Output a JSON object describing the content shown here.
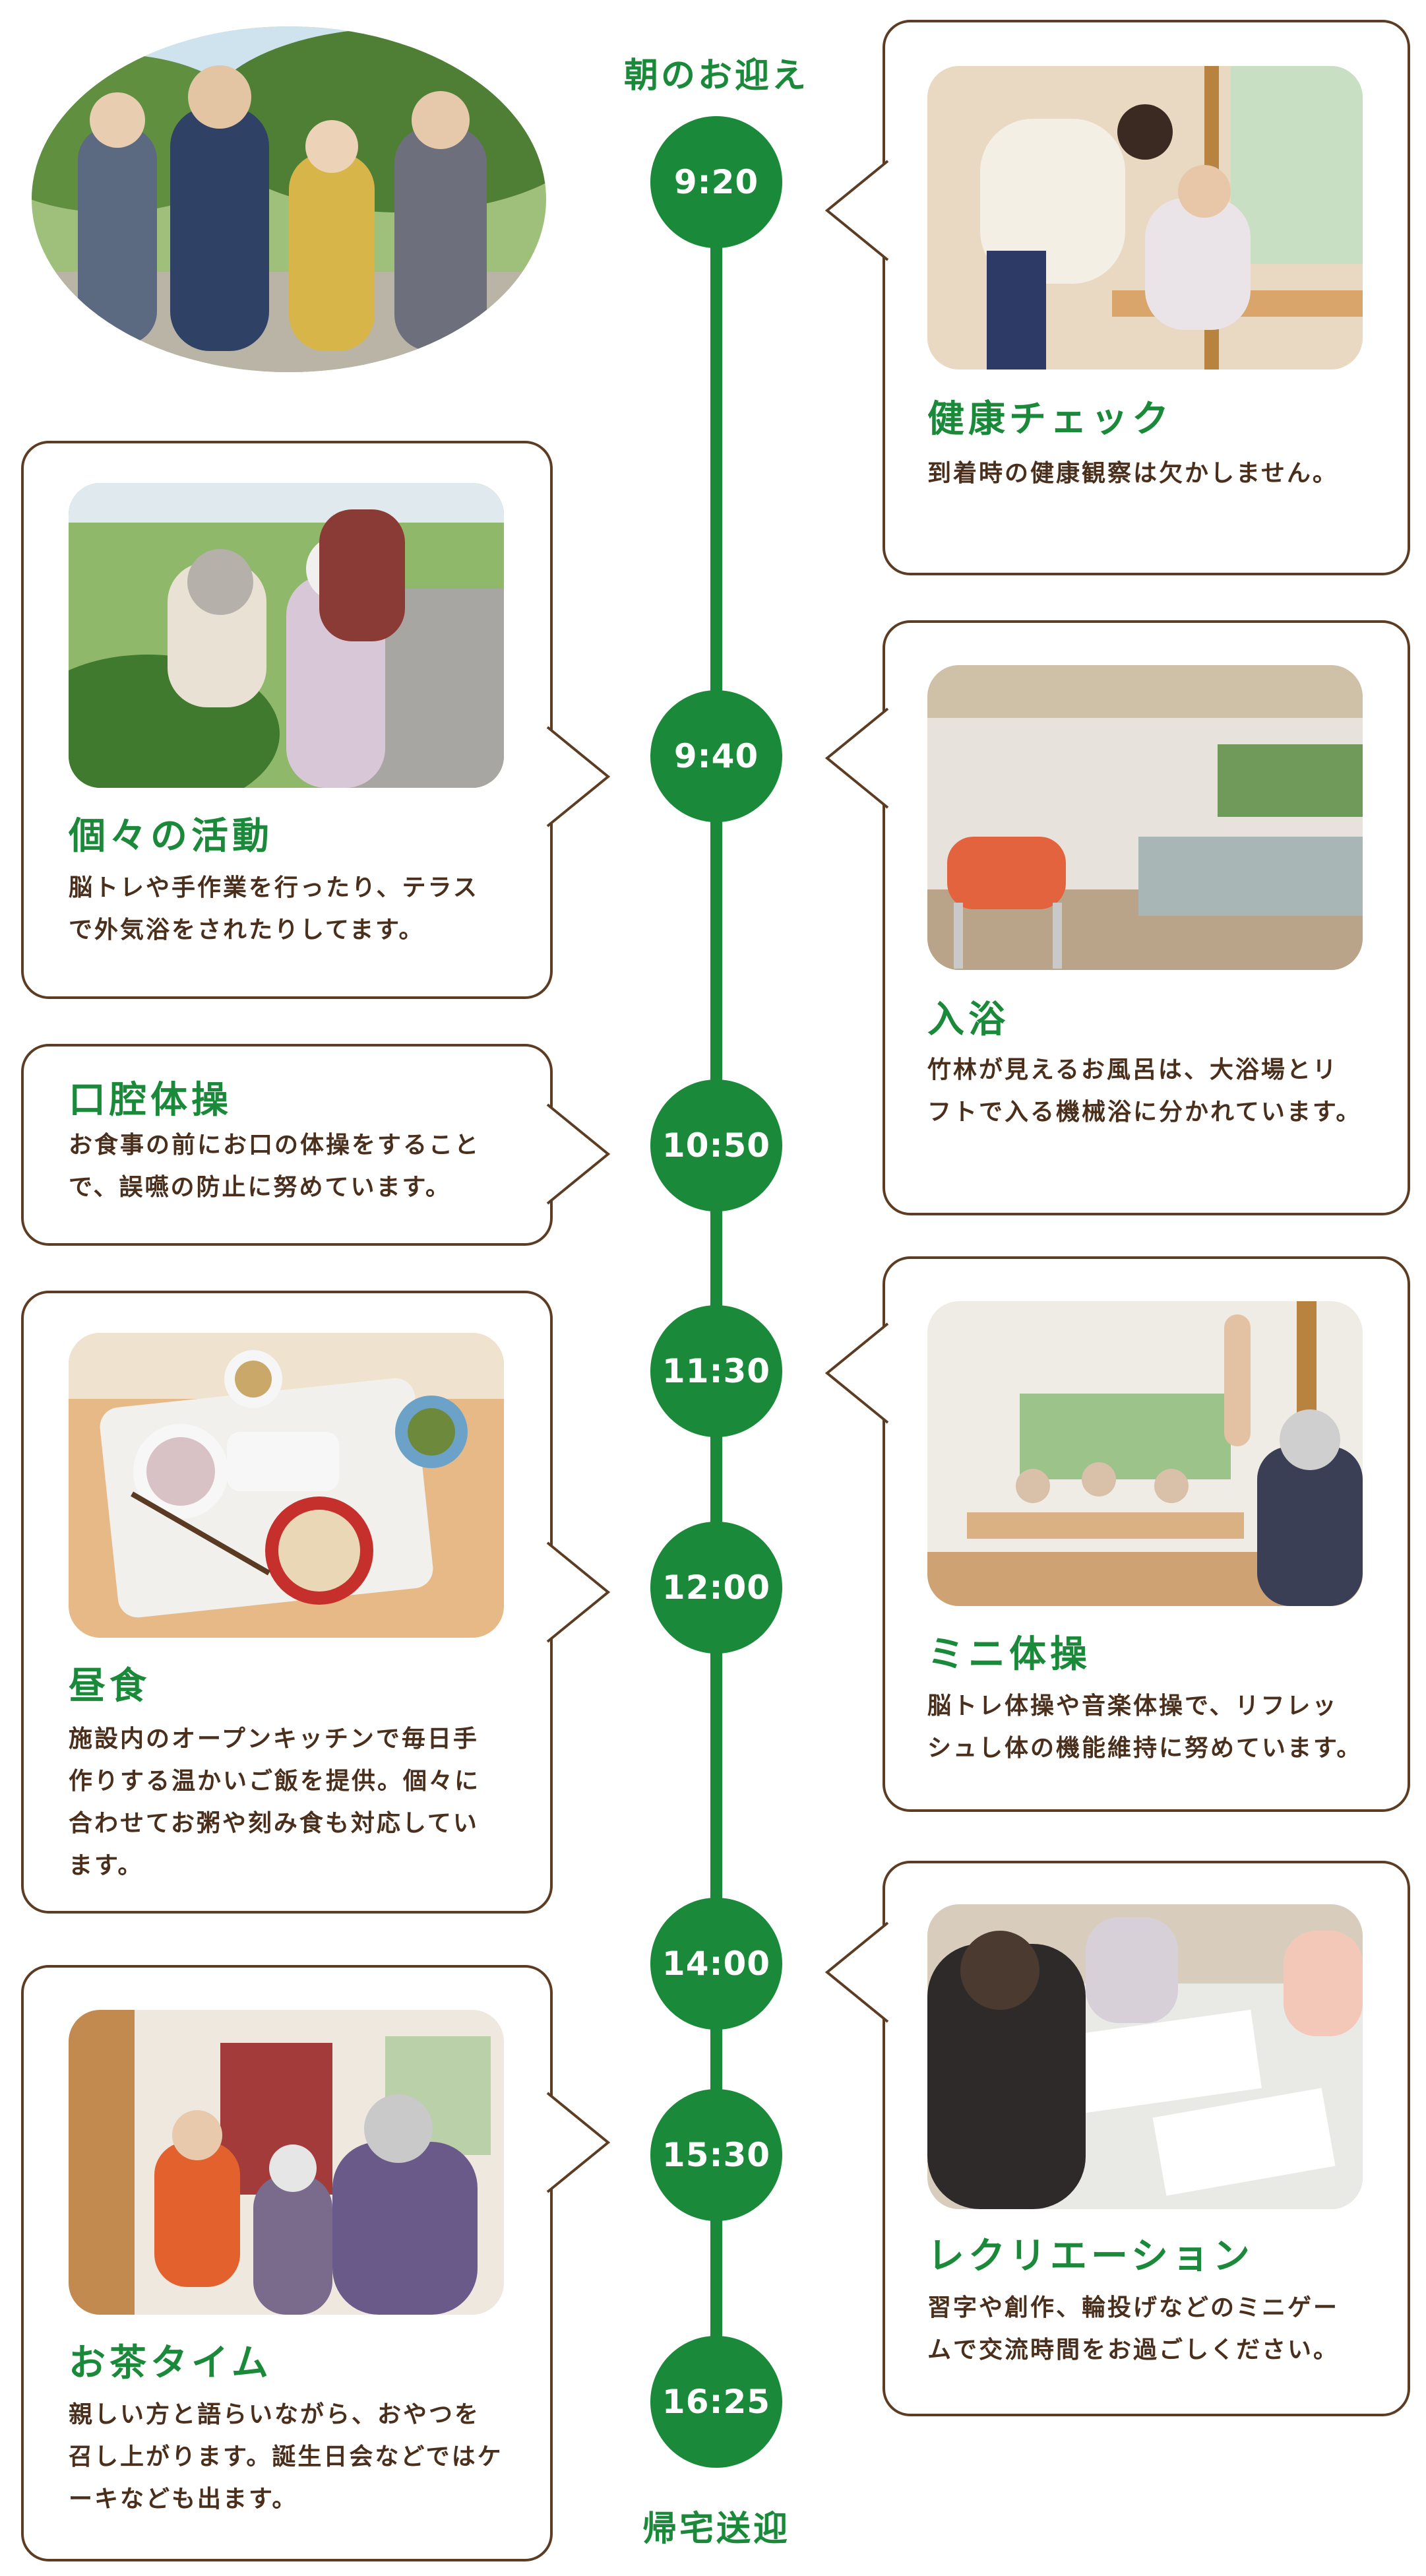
{
  "start_caption": "朝のお迎え",
  "end_caption": "帰宅送迎",
  "times": [
    "9:20",
    "9:40",
    "10:50",
    "11:30",
    "12:00",
    "14:00",
    "15:30",
    "16:25"
  ],
  "cards": {
    "health": {
      "title": "健康チェック",
      "desc": "到着時の健康観察は欠かしません。"
    },
    "activity": {
      "title": "個々の活動",
      "desc": "脳トレや手作業を行ったり、テラスで外気浴をされたりしてます。"
    },
    "bath": {
      "title": "入浴",
      "desc": "竹林が見えるお風呂は、大浴場とリフトで入る機械浴に分かれています。"
    },
    "oral": {
      "title": "口腔体操",
      "desc": "お食事の前にお口の体操をすることで、誤嚥の防止に努めています。"
    },
    "exercise": {
      "title": "ミニ体操",
      "desc": "脳トレ体操や音楽体操で、リフレッシュし体の機能維持に努めています。"
    },
    "lunch": {
      "title": "昼食",
      "desc": "施設内のオープンキッチンで毎日手作りする温かいご飯を提供。個々に合わせてお粥や刻み食も対応しています。"
    },
    "recreation": {
      "title": "レクリエーション",
      "desc": "習字や創作、輪投げなどのミニゲームで交流時間をお過ごしください。"
    },
    "tea": {
      "title": "お茶タイム",
      "desc": "親しい方と語らいながら、おやつを召し上がります。誕生日会などではケーキなども出ます。"
    }
  },
  "colors": {
    "accent": "#1a8a3a",
    "border": "#5c3d24",
    "text": "#4a2f1c"
  }
}
